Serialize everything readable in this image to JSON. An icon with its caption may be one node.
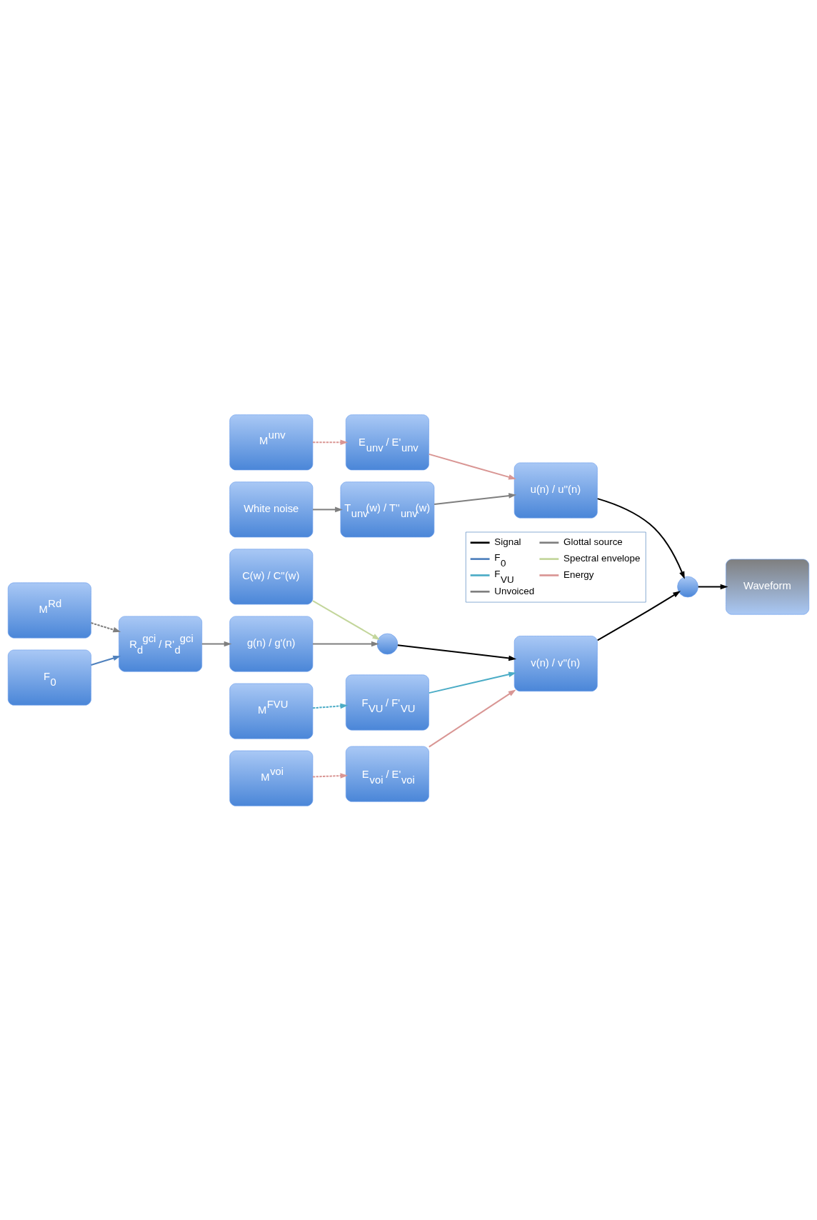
{
  "diagram": {
    "nodes": [
      {
        "text": [
          "M$^{Rd}$"
        ]
      },
      {
        "text": [
          "R$_{d}$$^{gci}$ / R'$_{d}$$^{gci}$"
        ]
      },
      {
        "text": [
          "g(n) / g'(n)"
        ]
      },
      {
        "text": [
          "F$_{0}$"
        ]
      },
      {
        "text": [
          "C(w) / C''(w)"
        ]
      },
      {
        "text": [],
        "shape": "circle"
      },
      {
        "text": [
          "M$^{FVU}$"
        ]
      },
      {
        "text": [
          "F$_{VU}$ / F'$_{VU}$"
        ]
      },
      {
        "text": [
          "v(n) / v''(n)"
        ]
      },
      {
        "text": [
          "M$^{voi}$"
        ]
      },
      {
        "text": [
          "E$_{voi}$ / E'$_{voi}$"
        ]
      },
      {
        "text": [],
        "shape": "circle"
      },
      {
        "text": [
          "Waveform"
        ]
      },
      {
        "text": [
          "M$^{unv}$"
        ]
      },
      {
        "text": [
          "E$_{unv}$ / E'$_{unv}$"
        ]
      },
      {
        "text": [
          "u(n) / u''(n)"
        ]
      },
      {
        "text": [
          "White noise"
        ]
      },
      {
        "text": [
          "T$_{unv}$(w) / T''$_{unv}$(w)"
        ]
      }
    ],
    "edges": [
      {
        "from": 0,
        "to": 1,
        "arrow": "to",
        "style": "dashed",
        "color": "#7f7f7f"
      },
      {
        "from": 3,
        "to": 1,
        "arrow": "to",
        "color": "#4f81bd"
      },
      {
        "from": 1,
        "to": 2,
        "arrow": "to",
        "color": "#7f7f7f"
      },
      {
        "from": 2,
        "to": 5,
        "arrow": "to",
        "color": "#7f7f7f"
      },
      {
        "from": 4,
        "to": 5,
        "arrow": "to",
        "color": "#c3d69b"
      },
      {
        "from": 5,
        "to": 8,
        "arrow": "to",
        "color": "#000000"
      },
      {
        "from": 6,
        "to": 7,
        "arrow": "to",
        "style": "dashed",
        "color": "#4bacc6"
      },
      {
        "from": 7,
        "to": 8,
        "arrow": "to",
        "color": "#4bacc6"
      },
      {
        "from": 9,
        "to": 10,
        "arrow": "to",
        "style": "dashed",
        "color": "#d99694"
      },
      {
        "from": 10,
        "to": 8,
        "arrow": "to",
        "color": "#d99694"
      },
      {
        "from": 8,
        "to": 11,
        "arrow": "to",
        "color": "#000000"
      },
      {
        "from": 11,
        "to": 12,
        "arrow": "to",
        "color": "#000000"
      },
      {
        "from": 13,
        "to": 14,
        "arrow": "to",
        "style": "dashed",
        "color": "#d99694"
      },
      {
        "from": 14,
        "to": 15,
        "arrow": "to",
        "color": "#d99694"
      },
      {
        "from": 15,
        "to": 11,
        "arrow": "to",
        "color": "#000000"
      },
      {
        "from": 16,
        "to": 17,
        "arrow": "to",
        "color": "#7f7f7f"
      },
      {
        "from": 17,
        "to": 15,
        "arrow": "to",
        "color": "#7f7f7f"
      }
    ],
    "legend": [
      {
        "text": "Signal",
        "color": "#000000"
      },
      {
        "text": "Glottal source",
        "color": "#7f7f7f"
      },
      {
        "text": "F$_{0}$",
        "color": "#4f81bd"
      },
      {
        "text": "Spectral envelope",
        "color": "#c3d69b"
      },
      {
        "text": "F$_{VU}$",
        "color": "#4bacc6"
      },
      {
        "text": "Energy",
        "color": "#d99694"
      },
      {
        "text": "Unvoiced",
        "color": "#7f7f7f"
      }
    ]
  }
}
